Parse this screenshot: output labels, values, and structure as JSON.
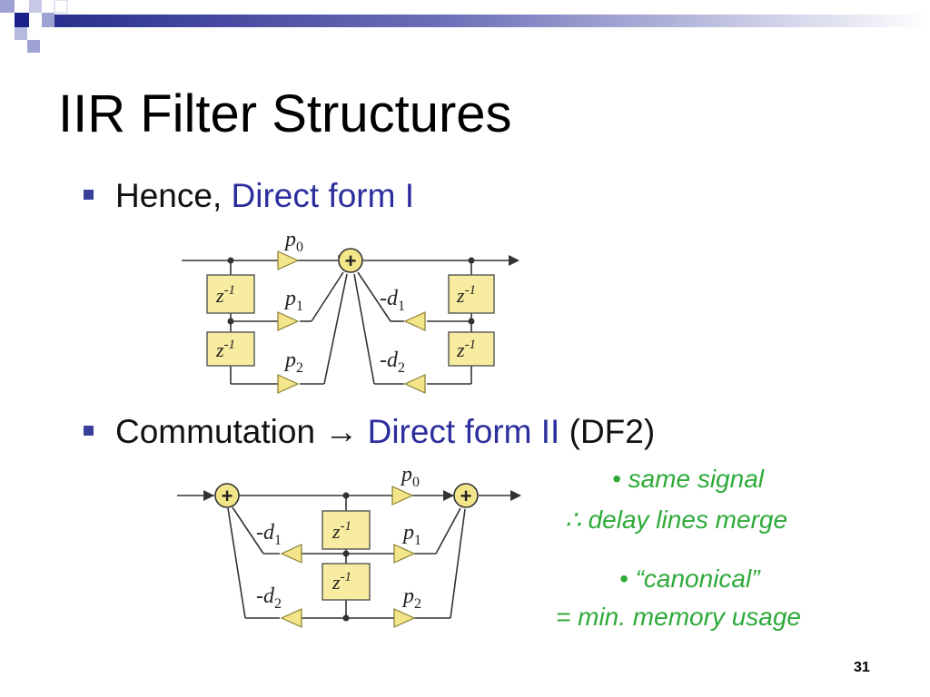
{
  "slide": {
    "title": "IIR Filter Structures",
    "page_number": "31"
  },
  "bullets": [
    {
      "prefix": "Hence,",
      "highlight": "Direct form I",
      "suffix": ""
    },
    {
      "prefix": "Commutation",
      "arrow": "→",
      "highlight": "Direct form II",
      "suffix": "(DF2)"
    }
  ],
  "notes": [
    "• same signal",
    "∴ delay lines merge",
    "• “canonical”",
    "= min. memory usage"
  ],
  "diagram_df1": {
    "delay_label_base": "z",
    "delay_label_exp": "-1",
    "feedforward_gains": [
      {
        "sym": "p",
        "sub": "0"
      },
      {
        "sym": "p",
        "sub": "1"
      },
      {
        "sym": "p",
        "sub": "2"
      }
    ],
    "feedback_gains": [
      {
        "sym": "-d",
        "sub": "1"
      },
      {
        "sym": "-d",
        "sub": "2"
      }
    ],
    "adder_symbol": "+"
  },
  "diagram_df2": {
    "delay_label_base": "z",
    "delay_label_exp": "-1",
    "feedforward_gains": [
      {
        "sym": "p",
        "sub": "0"
      },
      {
        "sym": "p",
        "sub": "1"
      },
      {
        "sym": "p",
        "sub": "2"
      }
    ],
    "feedback_gains": [
      {
        "sym": "-d",
        "sub": "1"
      },
      {
        "sym": "-d",
        "sub": "2"
      }
    ],
    "adder_symbol": "+"
  },
  "colors": {
    "title": "#000000",
    "highlight": "#2b2e9c",
    "note_green": "#2eaa3a",
    "bullet_square": "#3a3f9a",
    "block_fill": "#f7eca0",
    "block_stroke": "#555555",
    "triangle_fill": "#f3e58a"
  }
}
